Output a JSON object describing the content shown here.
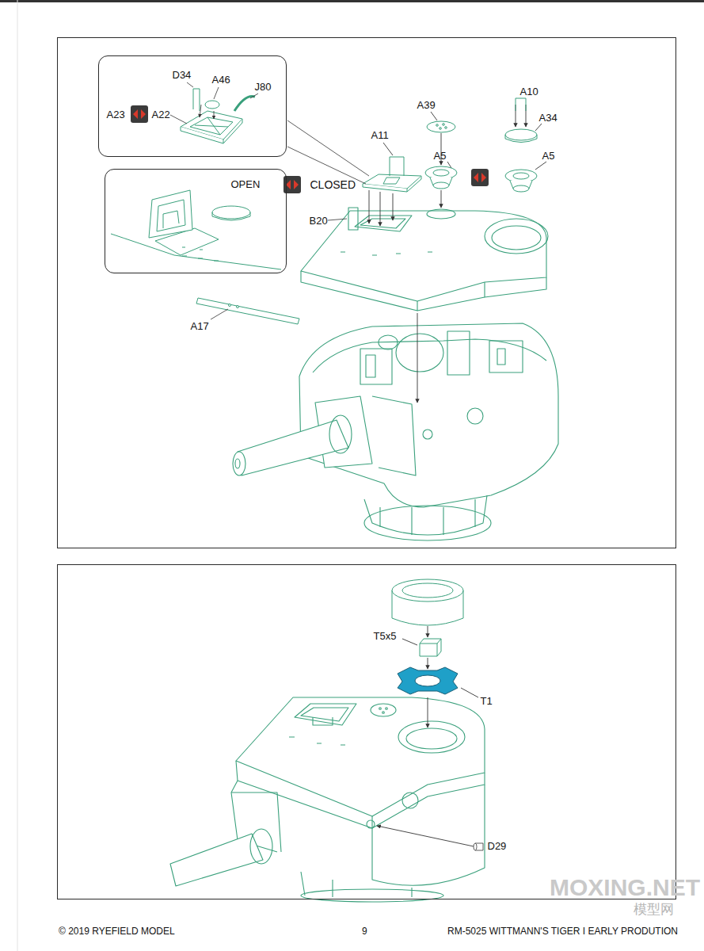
{
  "diagram": {
    "nodes": [
      {
        "text": [
          "A10",
          "A39",
          "A34",
          "A11",
          "A5",
          "A5",
          "CLOSED",
          "B20",
          "A17"
        ]
      },
      {
        "text": [
          "D34",
          "A46",
          "J80",
          "A23",
          "A22"
        ],
        "in": 0
      },
      {
        "text": [
          "OPEN"
        ],
        "in": 0
      },
      {
        "text": [
          "T5x5",
          "T1",
          "D29"
        ]
      }
    ],
    "labels": [
      "MOXING.NET",
      "模型网",
      "© 2019 RYEFIELD MODEL",
      "9",
      "RM-5025 WITTMANN'S TIGER I EARLY PRODUTION"
    ]
  }
}
